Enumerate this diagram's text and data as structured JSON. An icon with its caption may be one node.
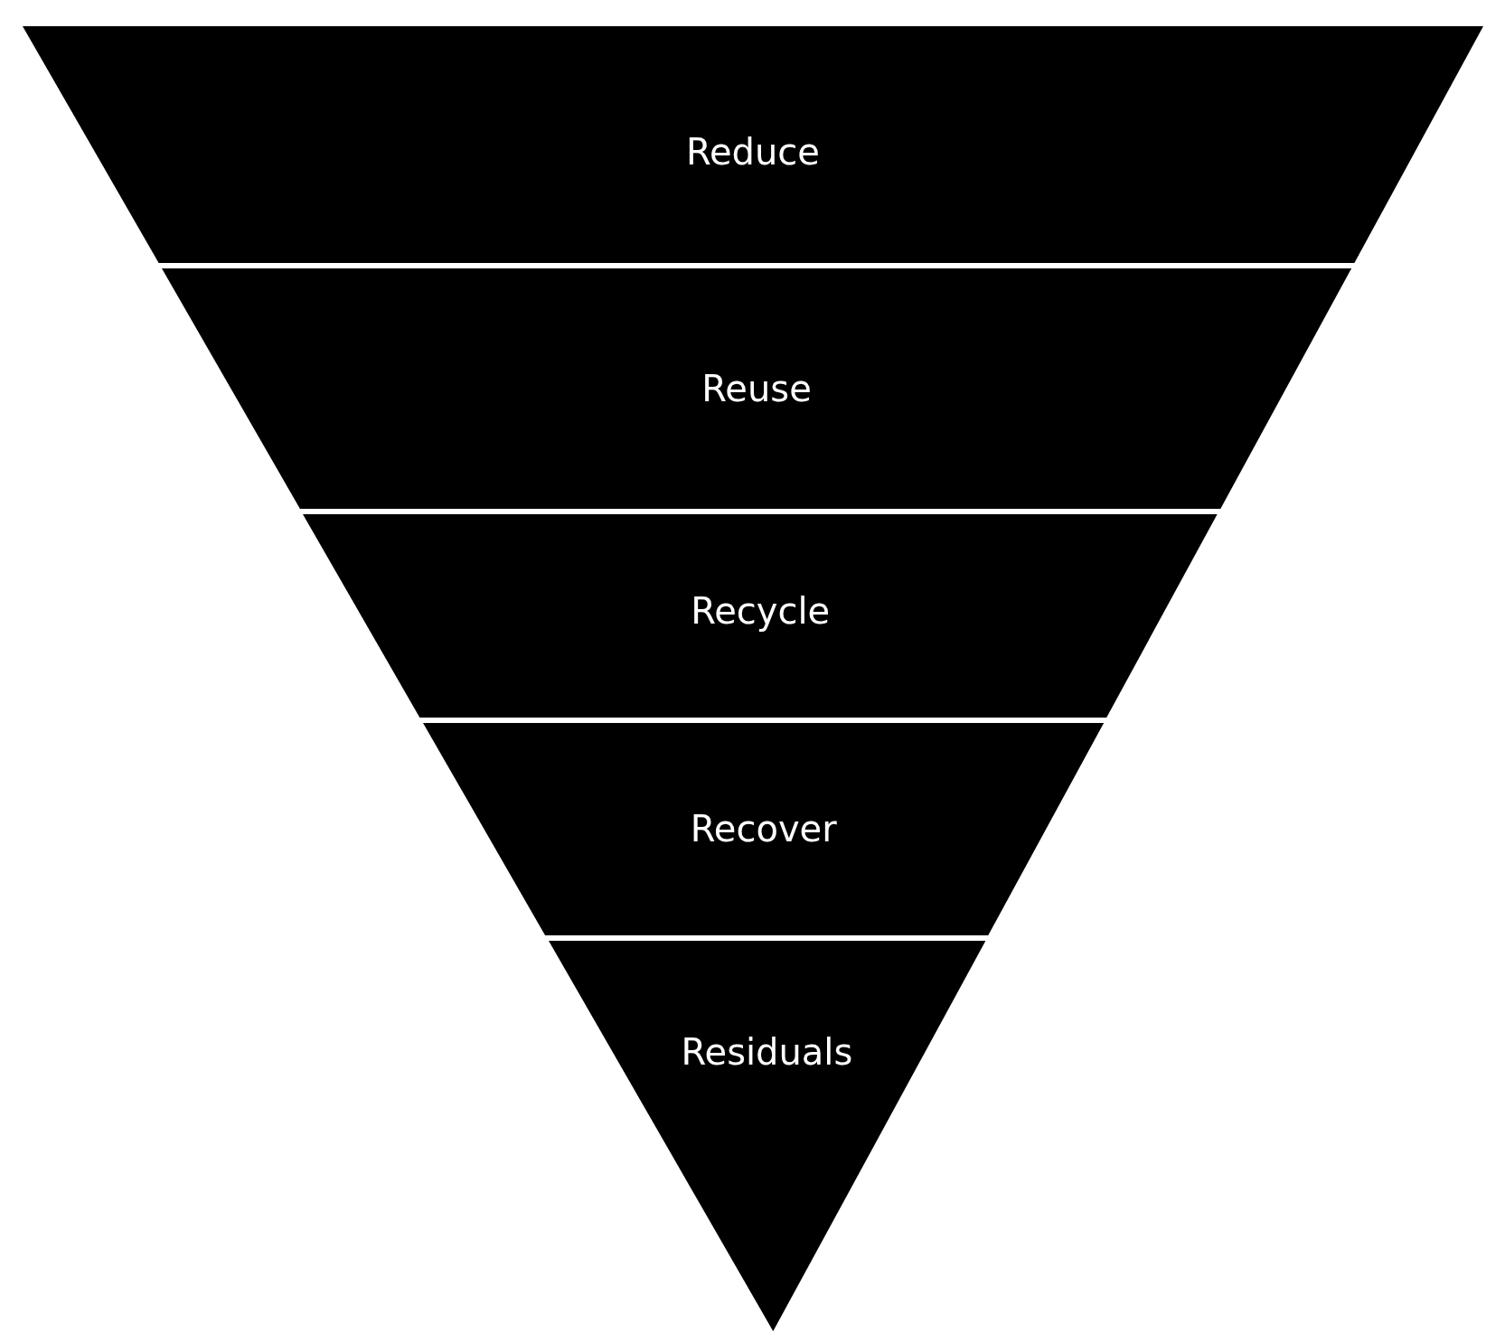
{
  "diagram": {
    "nodes": [
      {
        "text": [
          "Reduce"
        ]
      },
      {
        "text": [
          "Reuse"
        ]
      },
      {
        "text": [
          "Recycle"
        ]
      },
      {
        "text": [
          "Recover"
        ]
      },
      {
        "text": [
          "Residuals"
        ]
      }
    ]
  }
}
